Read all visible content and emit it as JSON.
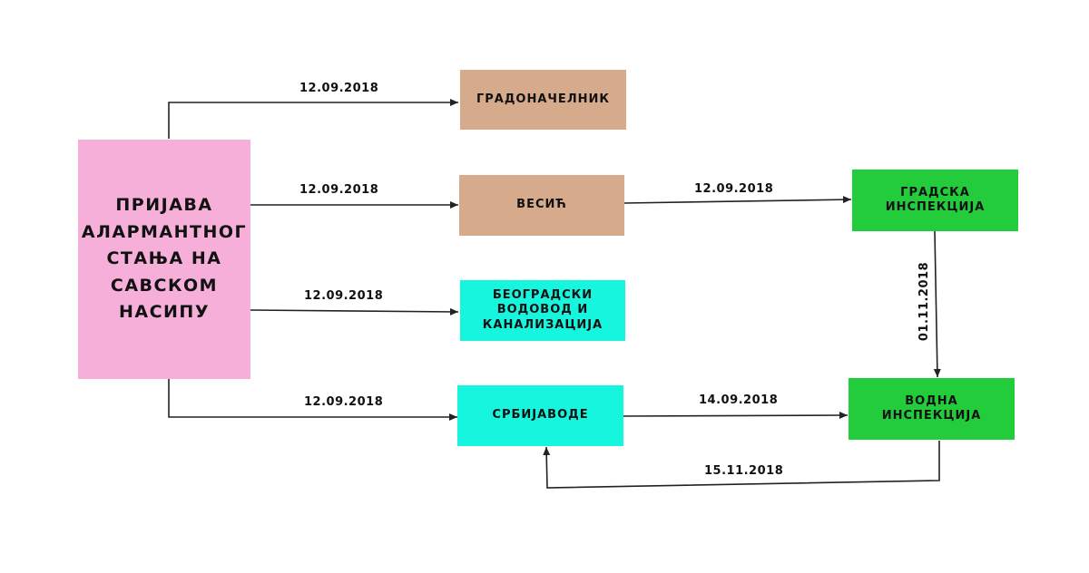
{
  "colors": {
    "pink": "#f6afd9",
    "tan": "#d5ab8b",
    "cyan": "#16f5de",
    "green": "#23cc3b",
    "line": "#222222"
  },
  "nodes": {
    "source": "ПРИЈАВА\nАЛАРМАНТНОГ\nСТАЊА НА\nСАВСКОМ\nНАСИПУ",
    "mayor": "ГРАДОНАЧЕЛНИК",
    "vesic": "ВЕСИЋ",
    "bvk": "БЕОГРАДСКИ\nВОДОВОД И\nКАНАЛИЗАЦИЈА",
    "srbijavode": "СРБИЈАВОДЕ",
    "city_inspection": "ГРАДСКА\nИНСПЕКЦИЈА",
    "water_inspection": "ВОДНА\nИНСПЕКЦИЈА"
  },
  "edges": {
    "source_mayor": "12.09.2018",
    "source_vesic": "12.09.2018",
    "source_bvk": "12.09.2018",
    "source_srbijavode": "12.09.2018",
    "vesic_city": "12.09.2018",
    "city_water": "01.11.2018",
    "srbijavode_water": "14.09.2018",
    "water_srbijavode": "15.11.2018"
  }
}
